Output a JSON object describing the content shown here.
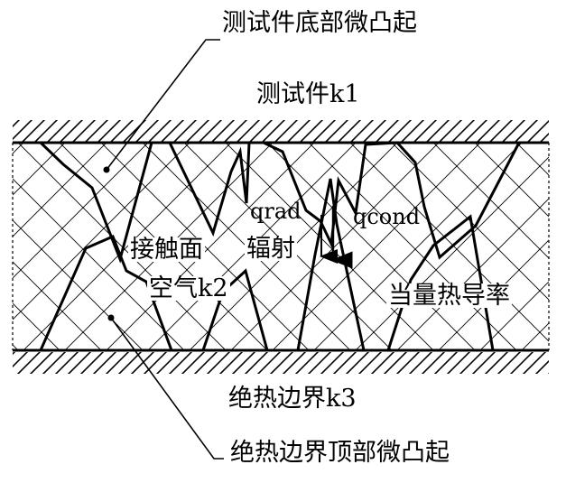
{
  "labels": {
    "top_asperity": "测试件底部微凸起",
    "specimen": "测试件k1",
    "q_rad": "qrad",
    "q_cond": "qcond",
    "contact_surface": "接触面",
    "air": "空气k2",
    "radiation": "辐射",
    "equivalent_conductivity": "当量热导率",
    "insulation_boundary": "绝热边界k3",
    "bottom_asperity": "绝热边界顶部微凸起"
  }
}
